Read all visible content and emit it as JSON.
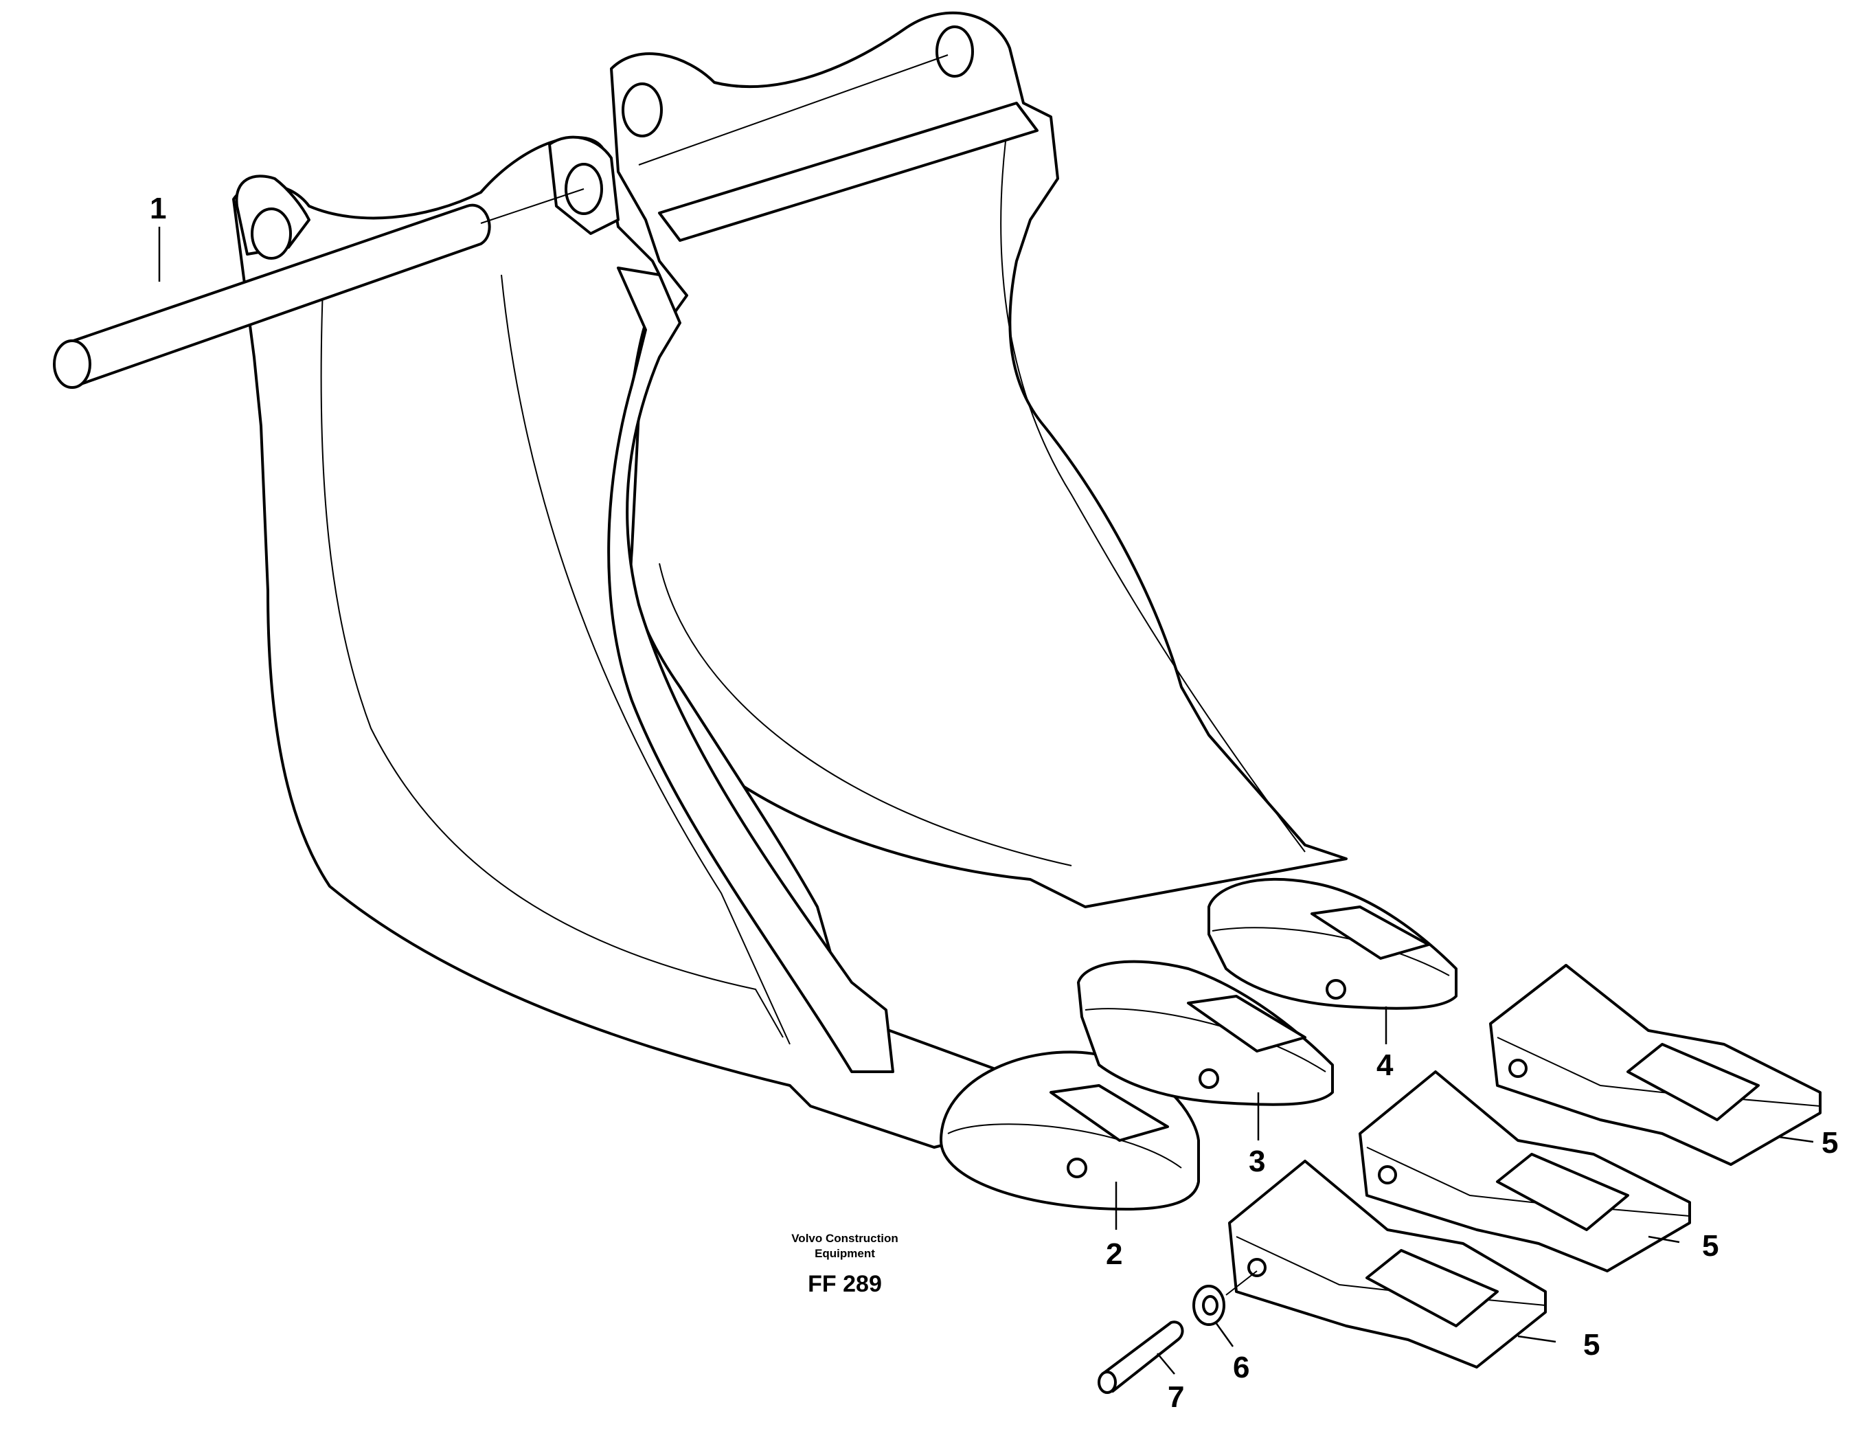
{
  "diagram": {
    "callouts": [
      {
        "id": "1",
        "label": "1"
      },
      {
        "id": "2",
        "label": "2"
      },
      {
        "id": "3",
        "label": "3"
      },
      {
        "id": "4",
        "label": "4"
      },
      {
        "id": "5a",
        "label": "5"
      },
      {
        "id": "5b",
        "label": "5"
      },
      {
        "id": "5c",
        "label": "5"
      },
      {
        "id": "6",
        "label": "6"
      },
      {
        "id": "7",
        "label": "7"
      }
    ],
    "credit_line1": "Volvo Construction",
    "credit_line2": "Equipment",
    "drawing_code": "FF 289"
  }
}
